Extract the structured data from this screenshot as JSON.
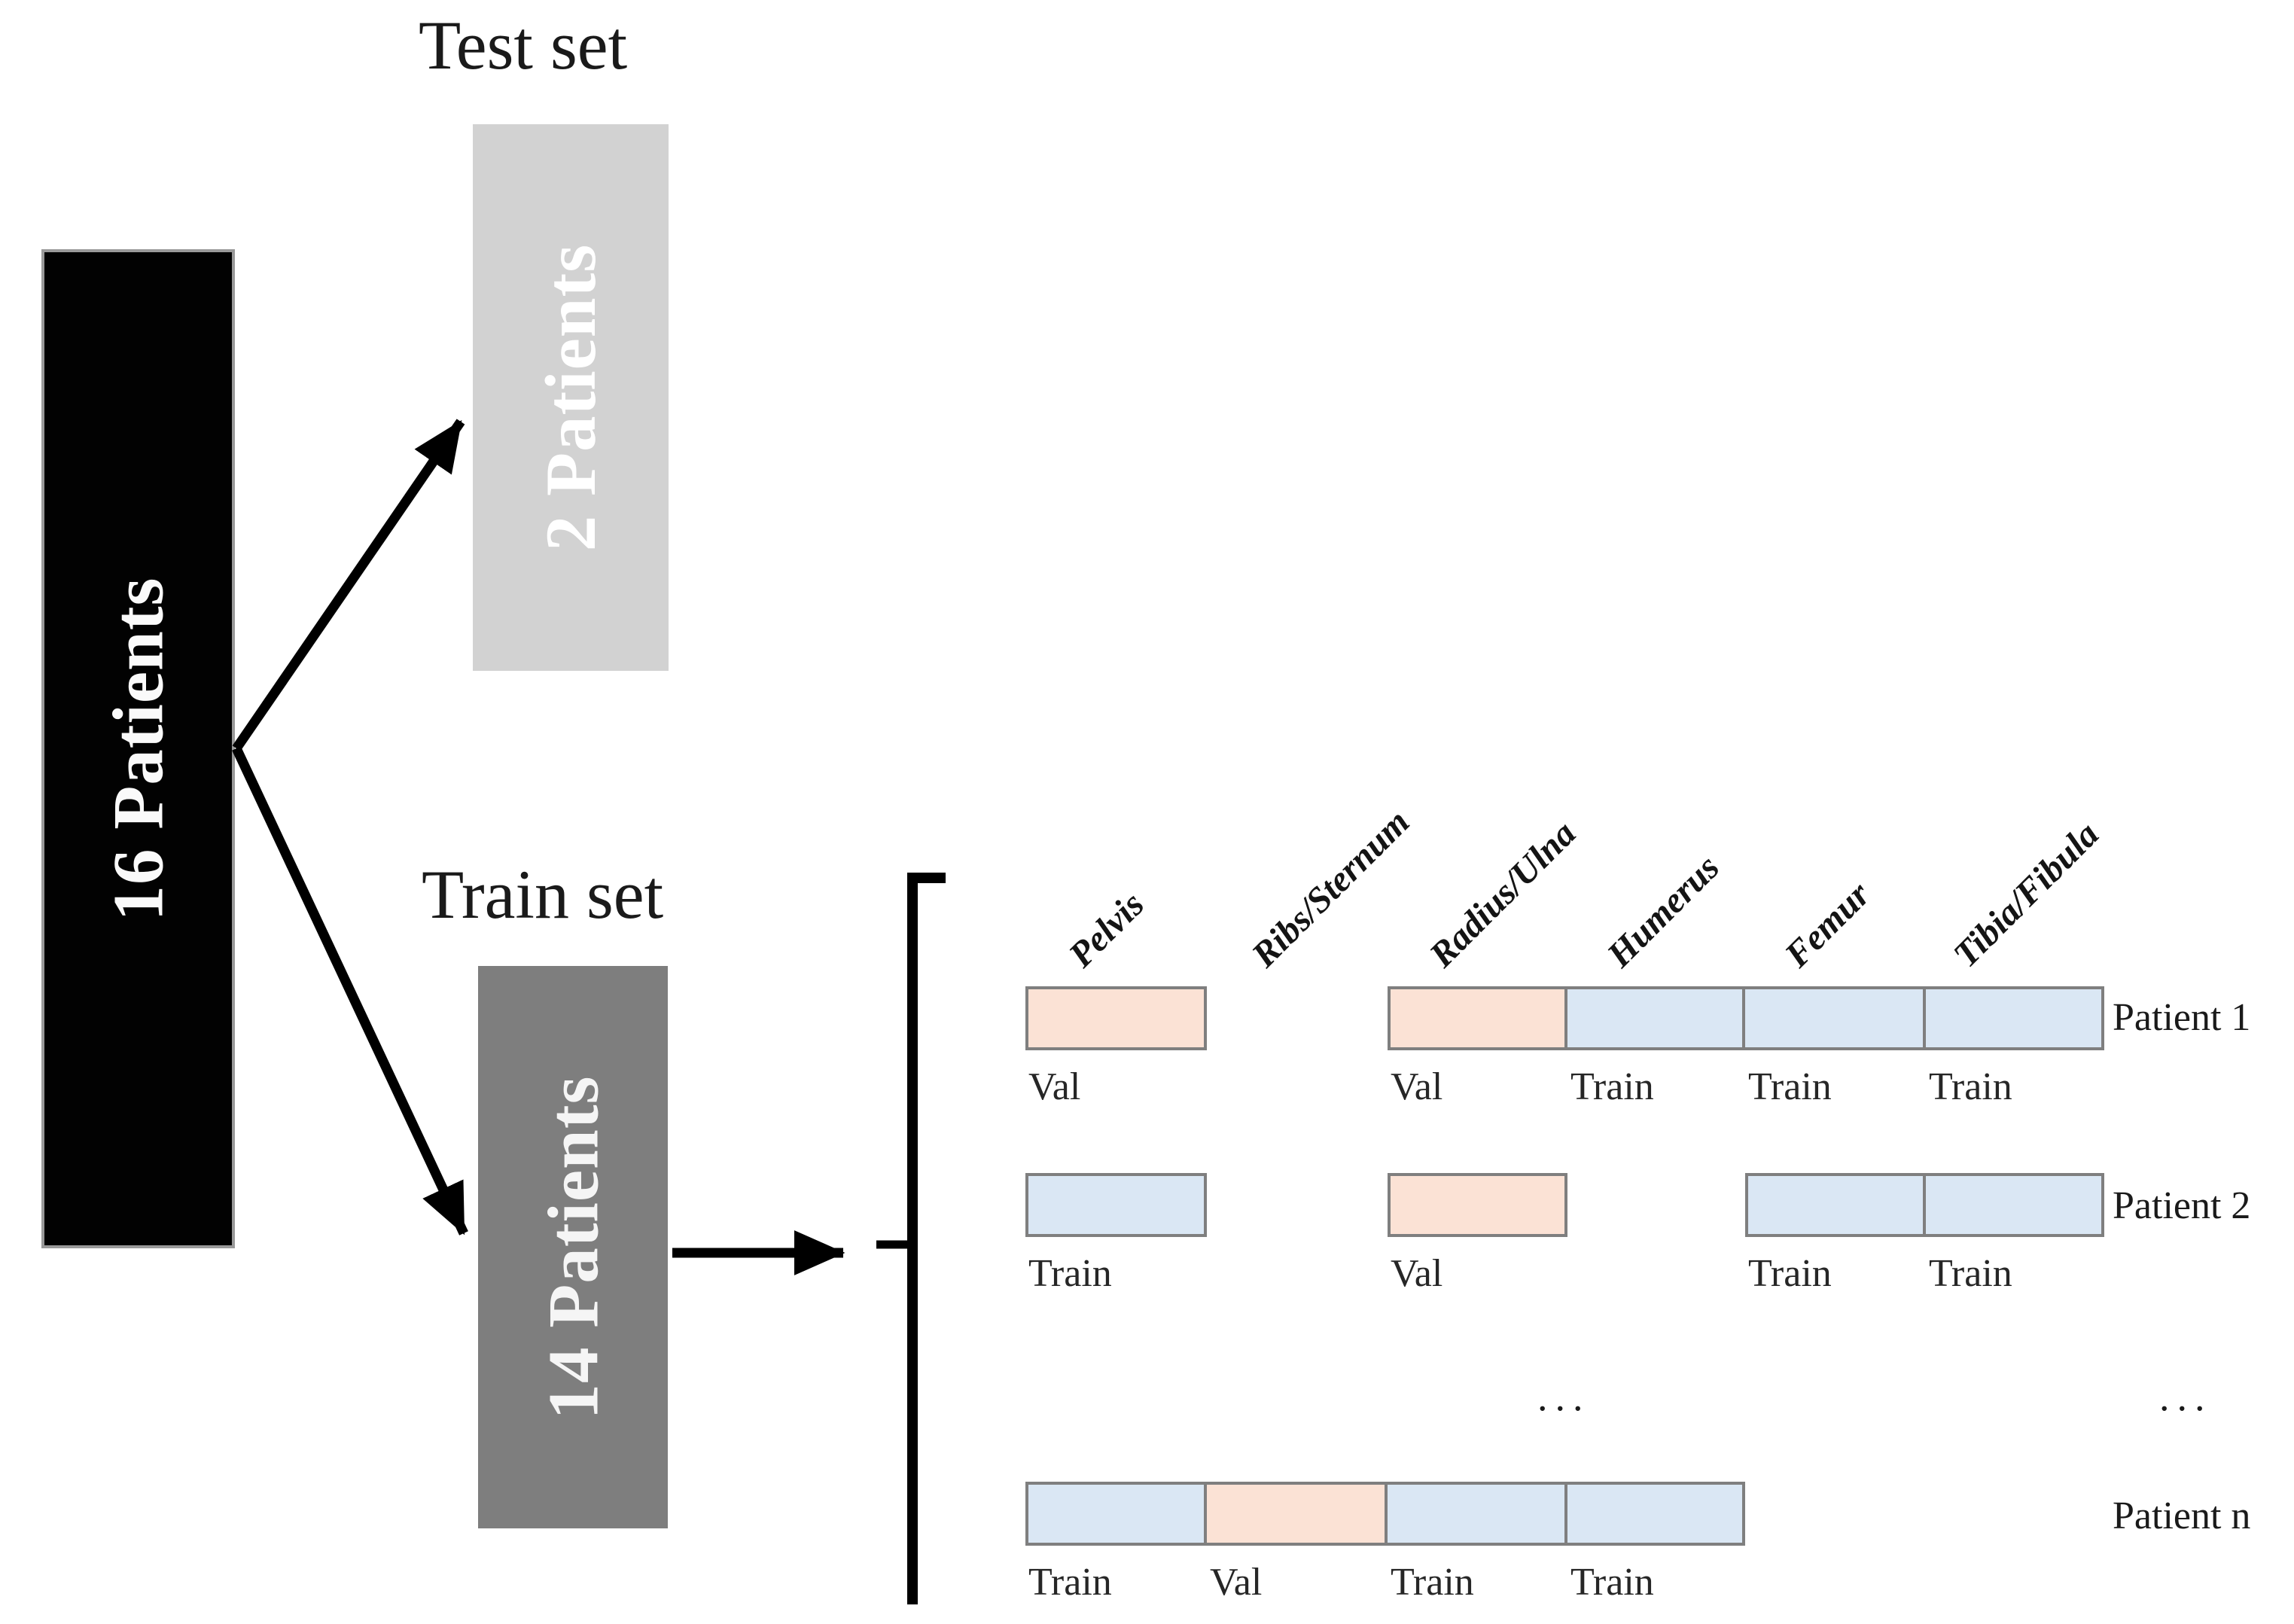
{
  "figure": {
    "description": "Dataset split diagram: 16 patients divided into test and train sets, with leave-one-bone-out cross-validation grid for the train set",
    "background": "#ffffff"
  },
  "colors": {
    "source_box_fill": "#020202",
    "test_box_fill": "#d2d2d2",
    "train_box_fill": "#7e7e7e",
    "val_cell_fill": "#fbe2d5",
    "train_cell_fill": "#dae7f4",
    "cell_border": "#7f7f7f",
    "text": "#1a1a1a",
    "box_text": "#ffffff",
    "arrow": "#000000"
  },
  "source_box": {
    "label": "16 Patients"
  },
  "test_set": {
    "title": "Test set",
    "box_label": "2 Patients"
  },
  "train_set": {
    "title": "Train set",
    "box_label": "14 Patients"
  },
  "bone_columns": [
    "Pelvis",
    "Ribs/Sternum",
    "Radius/Ulna",
    "Humerus",
    "Femur",
    "Tibia/Fibula"
  ],
  "cv_grid": {
    "ellipsis": "...",
    "rows": [
      {
        "patient": "Patient 1",
        "cells": [
          {
            "column": "Pelvis",
            "col": 0,
            "type": "Val"
          },
          {
            "column": "Radius/Ulna",
            "col": 2,
            "type": "Val"
          },
          {
            "column": "Humerus",
            "col": 3,
            "type": "Train"
          },
          {
            "column": "Femur",
            "col": 4,
            "type": "Train"
          },
          {
            "column": "Tibia/Fibula",
            "col": 5,
            "type": "Train"
          }
        ]
      },
      {
        "patient": "Patient 2",
        "cells": [
          {
            "column": "Pelvis",
            "col": 0,
            "type": "Train"
          },
          {
            "column": "Radius/Ulna",
            "col": 2,
            "type": "Val"
          },
          {
            "column": "Femur",
            "col": 4,
            "type": "Train"
          },
          {
            "column": "Tibia/Fibula",
            "col": 5,
            "type": "Train"
          }
        ]
      },
      {
        "patient": "Patient n",
        "cells": [
          {
            "column": "Pelvis",
            "col": 0,
            "type": "Train"
          },
          {
            "column": "Ribs/Sternum",
            "col": 1,
            "type": "Val"
          },
          {
            "column": "Radius/Ulna",
            "col": 2,
            "type": "Train"
          },
          {
            "column": "Humerus",
            "col": 3,
            "type": "Train"
          }
        ]
      }
    ]
  }
}
